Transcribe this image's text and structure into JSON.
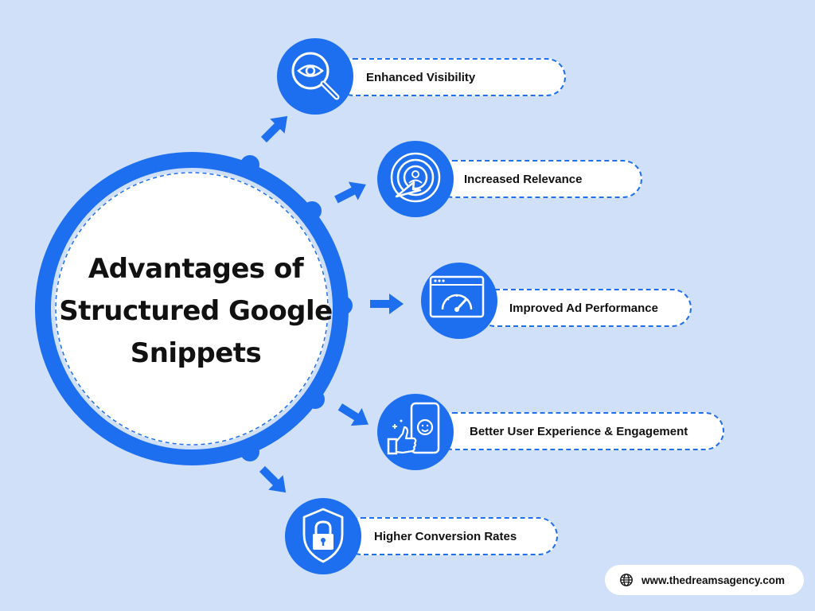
{
  "title_lines": [
    "Advantages of",
    "Structured Google",
    "Snippets"
  ],
  "colors": {
    "background": "#cfe0f8",
    "accent": "#1e6ff0",
    "hub_fill": "#ffffff",
    "text": "#111111"
  },
  "advantages": [
    {
      "label": "Enhanced Visibility",
      "icon": "eye-magnifier-icon"
    },
    {
      "label": "Increased Relevance",
      "icon": "target-cursor-icon"
    },
    {
      "label": "Improved Ad Performance",
      "icon": "speedometer-browser-icon"
    },
    {
      "label": "Better User Experience & Engagement",
      "icon": "phone-thumbs-up-icon"
    },
    {
      "label": "Higher Conversion Rates",
      "icon": "shield-lock-icon"
    }
  ],
  "footer": {
    "website": "www.thedreamsagency.com",
    "icon": "globe-icon"
  }
}
